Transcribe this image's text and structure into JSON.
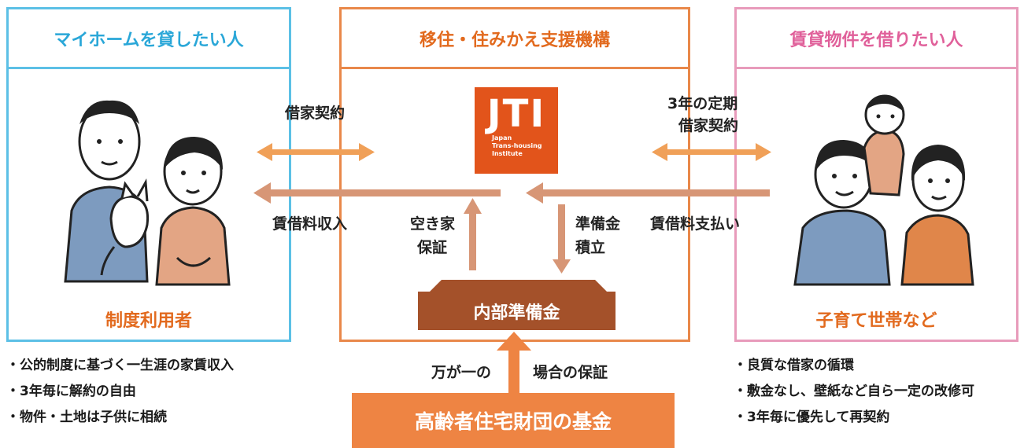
{
  "left_panel": {
    "title": "マイホームを貸したい人",
    "label": "制度利用者",
    "border_color": "#5cc0e6",
    "bullets": [
      "公的制度に基づく一生涯の家賃収入",
      "3年毎に解約の自由",
      "物件・土地は子供に相続"
    ]
  },
  "center_panel": {
    "title": "移住・住みかえ支援機構",
    "border_color": "#e9884a",
    "logo": {
      "text": "JTI",
      "sub": [
        "Japan",
        "Trans-housing",
        "Institute"
      ],
      "color": "#e2541b"
    }
  },
  "right_panel": {
    "title": "賃貸物件を借りたい人",
    "label": "子育て世帯など",
    "border_color": "#e89bbb",
    "bullets": [
      "良質な借家の循環",
      "敷金なし、壁紙など自ら一定の改修可",
      "3年毎に優先して再契約"
    ]
  },
  "flows": {
    "lease_contract": "借家契約",
    "fixed_lease_line1": "3年の定期",
    "fixed_lease_line2": "借家契約",
    "rent_income": "賃借料収入",
    "rent_payment": "賃借料支払い",
    "vacancy_line1": "空き家",
    "vacancy_line2": "保証",
    "reserve_line1": "準備金",
    "reserve_line2": "積立",
    "emergency_left": "万が一の",
    "emergency_right": "場合の保証"
  },
  "reserve_fund": {
    "label": "内部準備金",
    "color": "#a4512a"
  },
  "foundation": {
    "label": "高齢者住宅財団の基金",
    "color": "#ee8443"
  },
  "colors": {
    "arrow_light": "#f0a058",
    "arrow_muted": "#d79676",
    "text_orange": "#e26a1e"
  }
}
